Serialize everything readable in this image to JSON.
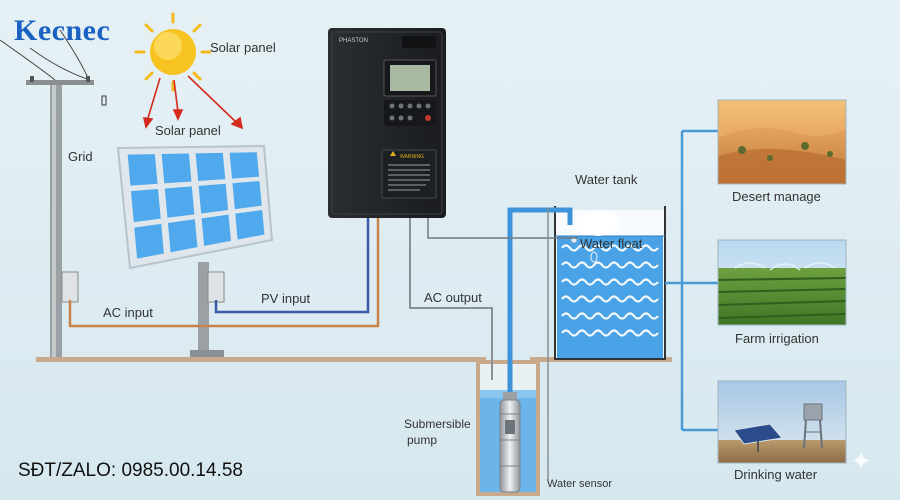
{
  "brand": "Kecnec",
  "contact": "SĐT/ZALO: 0985.00.14.58",
  "labels": {
    "solar_panel_top": "Solar panel",
    "solar_panel": "Solar panel",
    "grid": "Grid",
    "ac_input": "AC input",
    "pv_input": "PV input",
    "ac_output": "AC output",
    "water_tank": "Water tank",
    "water_float": "Water float",
    "submersible_pump_1": "Submersible",
    "submersible_pump_2": "pump",
    "water_sensor": "Water sensor",
    "desert": "Desert manage",
    "farm": "Farm irrigation",
    "drinking": "Drinking water"
  },
  "inverter": {
    "brand_label": "PHASTON",
    "warning_label": "WARNING"
  },
  "colors": {
    "brand": "#1a62c2",
    "ac_wire": "#c9824a",
    "pv_wire": "#3b5aa8",
    "pipe": "#3f93d8",
    "water": "#4aa3e6",
    "ground": "#c8a98c"
  }
}
